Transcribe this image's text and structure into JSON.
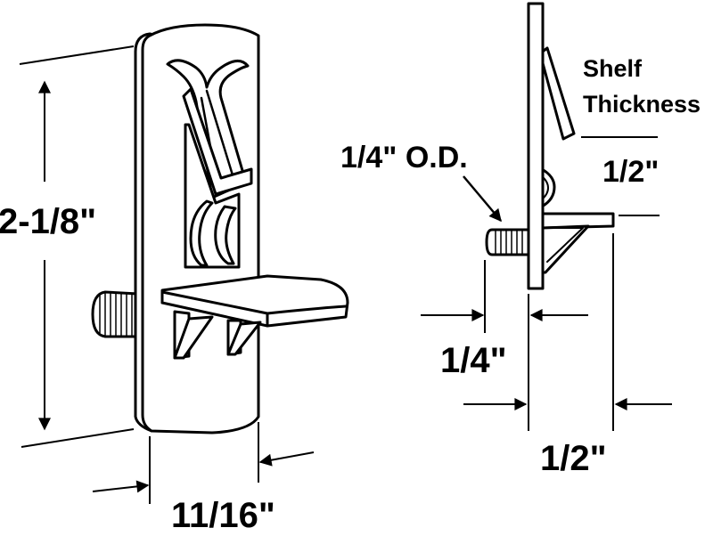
{
  "dimensions": {
    "height_label": "2-1/8\"",
    "width_label": "11/16\"",
    "pin_od_label": "1/4\" O.D.",
    "shelf_thickness_line1": "Shelf",
    "shelf_thickness_line2": "Thickness",
    "support_depth_label": "1/2\"",
    "pin_length_label": "1/4\"",
    "shelf_depth_label": "1/2\""
  },
  "colors": {
    "line": "#000000",
    "fill": "#ffffff"
  }
}
